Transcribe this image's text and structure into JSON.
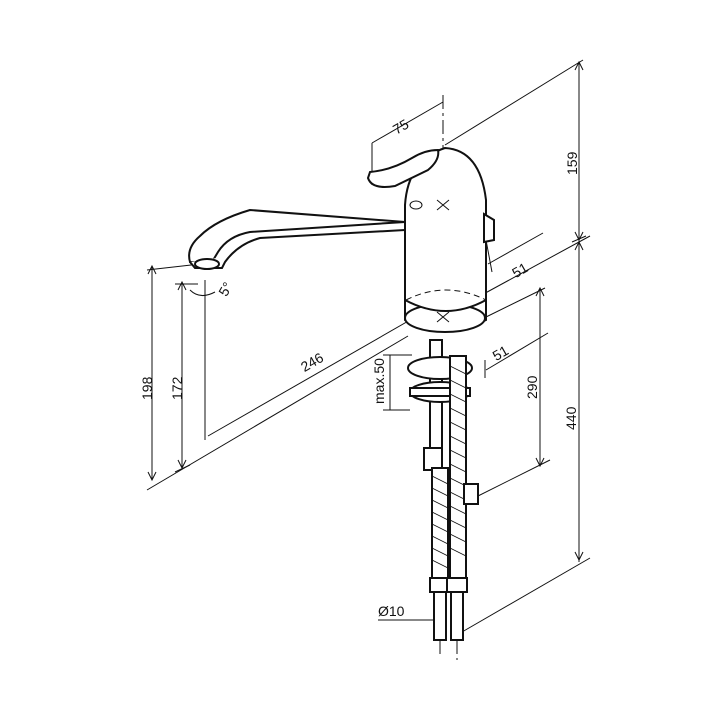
{
  "dimensions": {
    "d75": "75",
    "d159": "159",
    "d51_top": "51",
    "d51_bottom": "51",
    "d5deg": "5°",
    "d246": "246",
    "d198": "198",
    "d172": "172",
    "max50": "max.50",
    "d290": "290",
    "d440": "440",
    "dia10": "Ø10"
  }
}
